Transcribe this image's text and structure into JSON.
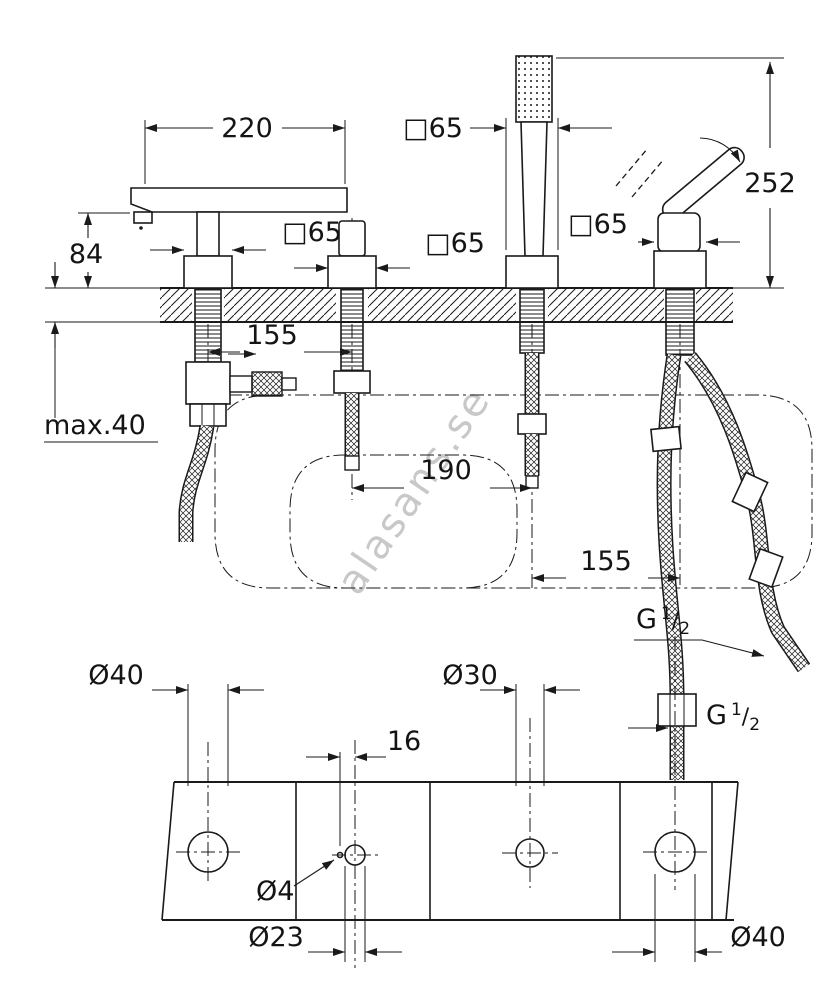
{
  "page": {
    "background": "#ffffff",
    "line_color": "#1a1a1a",
    "watermark_color": "#c8c8c8"
  },
  "watermark": "alasans.se",
  "top_view": {
    "spout_reach": "220",
    "escutcheon_shower": "□65",
    "shower_height": "252",
    "spout_height": "84",
    "escutcheon_spout": "□65",
    "escutcheon_valve": "□65",
    "escutcheon_lever": "□65",
    "spacing_hole1_hole2": "155",
    "deck_thickness": "max.40",
    "spacing_hole2_hole3": "190",
    "spacing_hole3_hole4": "155"
  },
  "thread": {
    "g": "G",
    "num": "1",
    "slash": "/",
    "den": "2"
  },
  "bottom_view": {
    "hole1_diameter": "Ø40",
    "hole3_diameter": "Ø30",
    "pin_offset": "16",
    "pin_diameter": "Ø4",
    "hole2_diameter": "Ø23",
    "hole4_diameter": "Ø40"
  }
}
